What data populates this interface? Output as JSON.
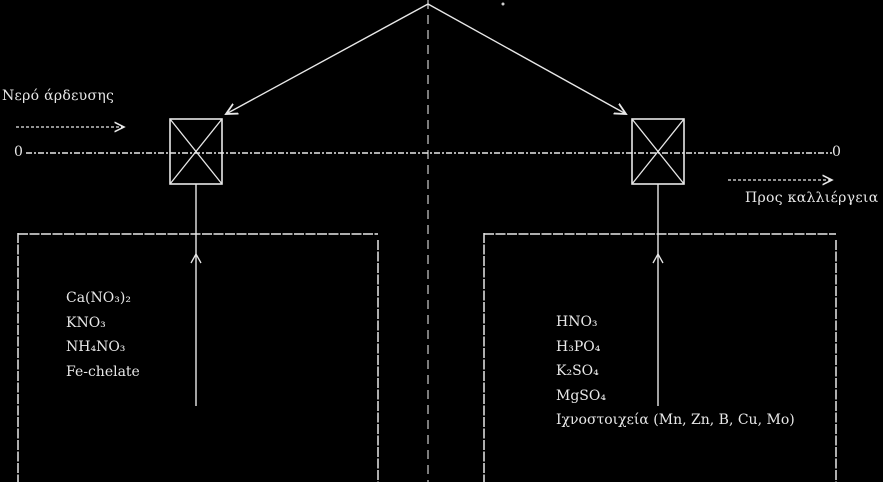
{
  "labels": {
    "inlet": "Νερό άρδευσης",
    "outlet": "Προς καλλιέργεια",
    "inlet_mark": "0",
    "outlet_mark": "0"
  },
  "tank_a": {
    "items": [
      "Ca(NO₃)₂",
      "KNO₃",
      "NH₄NO₃",
      "Fe-chelate"
    ]
  },
  "tank_b": {
    "items": [
      "HNO₃",
      "H₃PO₄",
      "K₂SO₄",
      "MgSO₄",
      "Ιχνοστοιχεία (Mn, Zn, B, Cu, Mo)"
    ]
  }
}
